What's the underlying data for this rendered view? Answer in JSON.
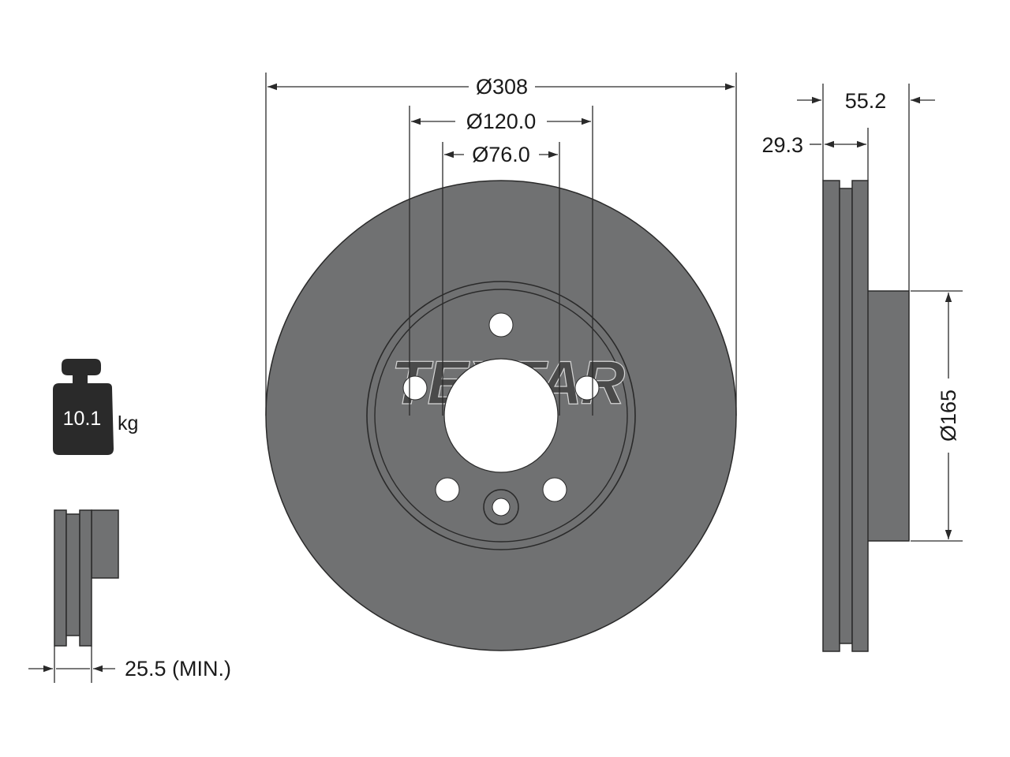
{
  "brand": {
    "logo_text": "TEXTAR"
  },
  "dimensions": {
    "outer_diameter": "Ø308",
    "bolt_circle_diameter": "Ø120.0",
    "center_bore_diameter": "Ø76.0",
    "total_height": "55.2",
    "disc_thickness": "29.3",
    "hub_diameter": "Ø165",
    "min_thickness": "25.5 (MIN.)"
  },
  "weight": {
    "value": "10.1",
    "unit": "kg"
  },
  "colors": {
    "part_fill": "#707172",
    "edge": "#2a2a2a",
    "dimension_line": "#2a2a2a",
    "text": "#1a1a1a",
    "background": "#ffffff"
  }
}
